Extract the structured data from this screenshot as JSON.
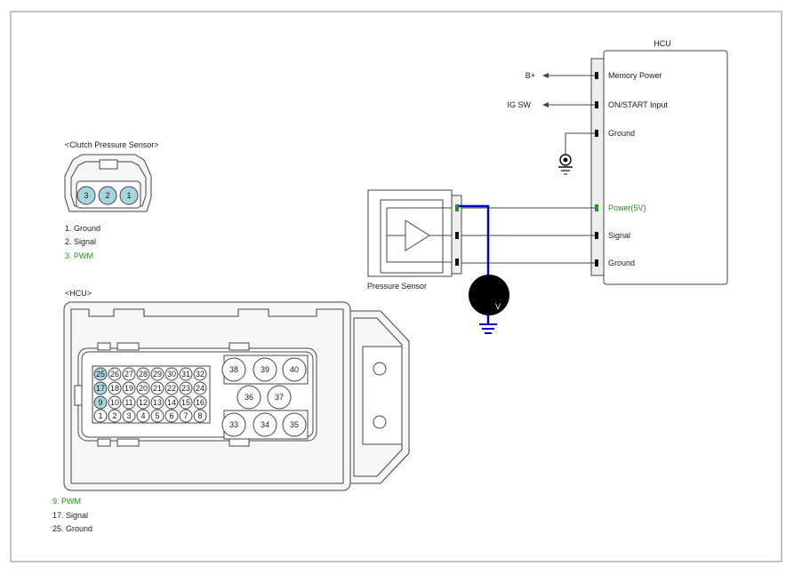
{
  "diagram": {
    "hcu_title": "HCU",
    "hcu_pins": [
      "Memory Power",
      "ON/START Input",
      "Ground",
      "Power(5V)",
      "Signal",
      "Ground"
    ],
    "b_plus": "B+",
    "ig_sw": "IG SW",
    "sensor_label": "Pressure Sensor",
    "meter_label": "V"
  },
  "clutch_sensor": {
    "title": "<Clutch Pressure Sensor>",
    "pins": [
      "3",
      "2",
      "1"
    ],
    "legend": [
      "1. Ground",
      "2. Signal",
      "3. PWM"
    ]
  },
  "hcu_connector": {
    "title": "<HCU>",
    "row25": [
      "25",
      "26",
      "27",
      "28",
      "29",
      "30",
      "31",
      "32"
    ],
    "row17": [
      "17",
      "18",
      "19",
      "20",
      "21",
      "22",
      "23",
      "24"
    ],
    "row9": [
      "9",
      "10",
      "11",
      "12",
      "13",
      "14",
      "15",
      "16"
    ],
    "row1": [
      "1",
      "2",
      "3",
      "4",
      "5",
      "6",
      "7",
      "8"
    ],
    "big_top": [
      "38",
      "39",
      "40"
    ],
    "big_mid": [
      "36",
      "37"
    ],
    "big_bot": [
      "33",
      "34",
      "35"
    ],
    "legend": [
      "9. PWM",
      "17. Signal",
      "25. Ground"
    ]
  },
  "colors": {
    "highlight": "#a8d4e0",
    "wire": "#0000cc",
    "pwm_text": "#2e8b2e"
  }
}
